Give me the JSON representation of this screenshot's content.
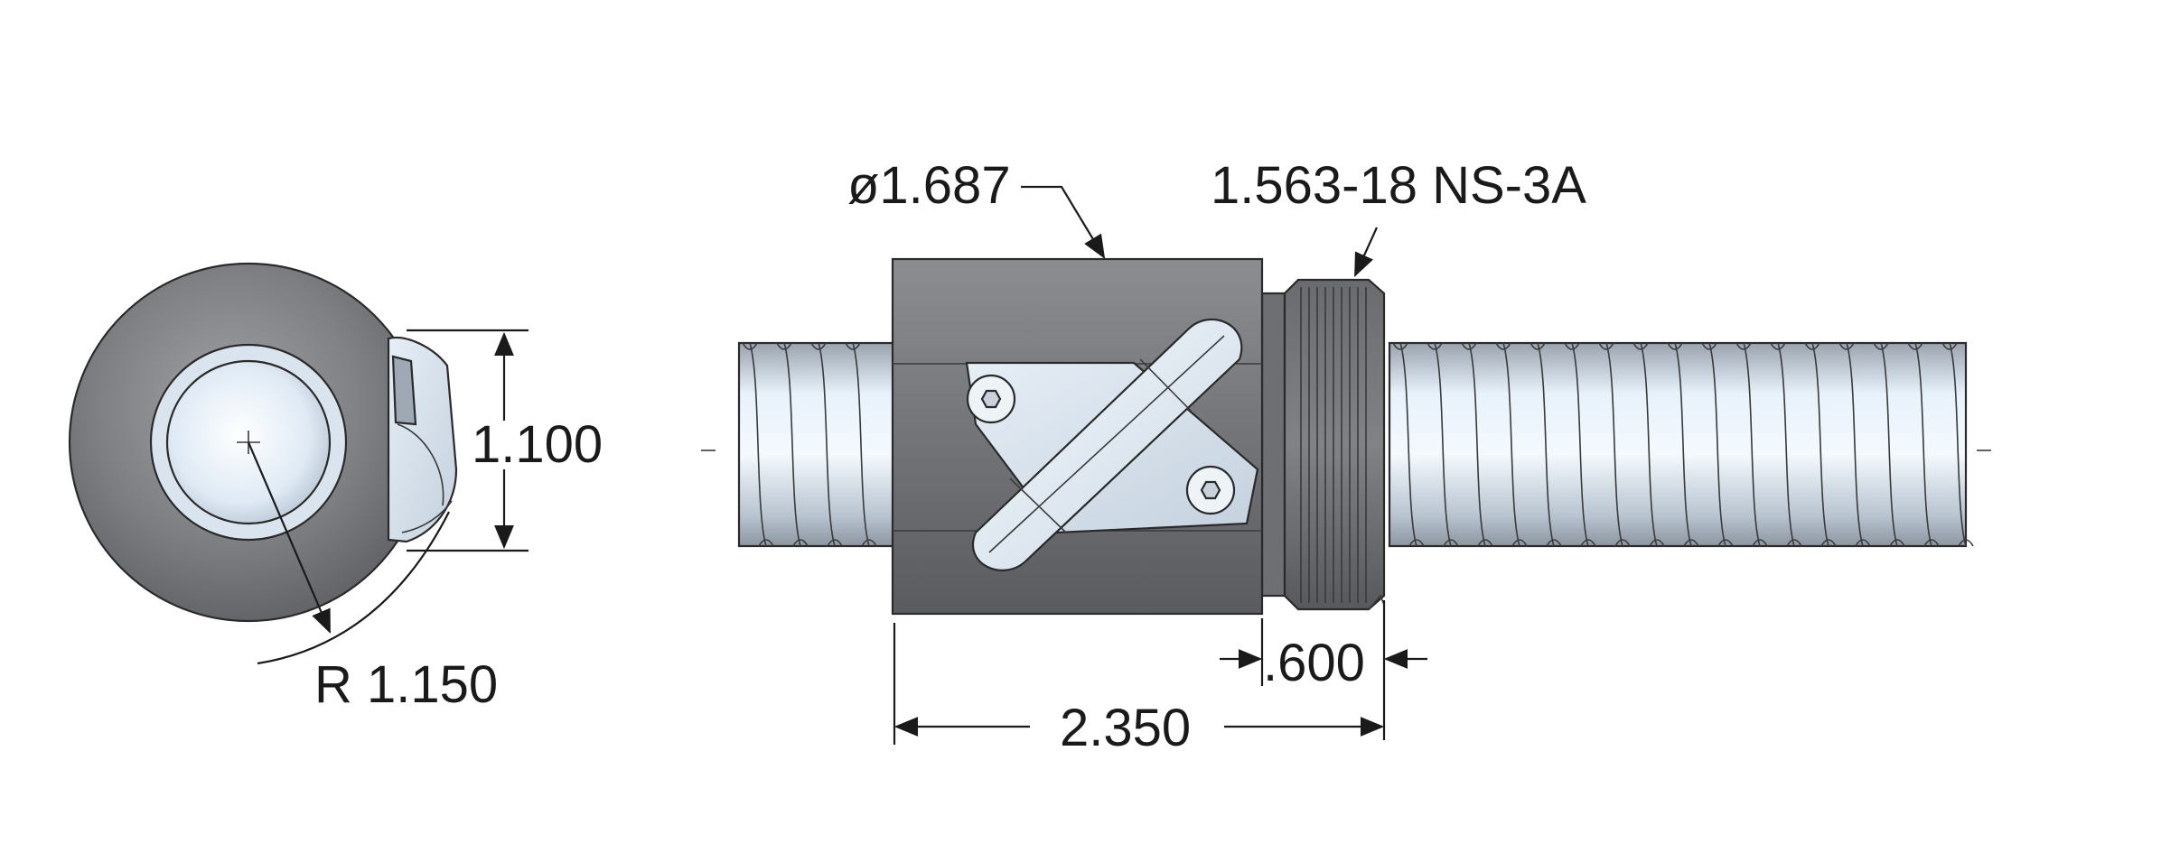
{
  "labels": {
    "nut_diameter": "ø1.687",
    "thread_spec": "1.563-18 NS-3A",
    "flange_height": "1.100",
    "radius": "R 1.150",
    "thread_length": ".600",
    "overall_length": "2.350"
  },
  "colors": {
    "nut_body": "#77787c",
    "threaded_collar": "#707174",
    "screw_highlight": "#e8f2fb",
    "screw_shadow": "#9aa3ae",
    "wiper_plate": "#d8e3ee",
    "dimension_line": "#1a1a1a"
  }
}
